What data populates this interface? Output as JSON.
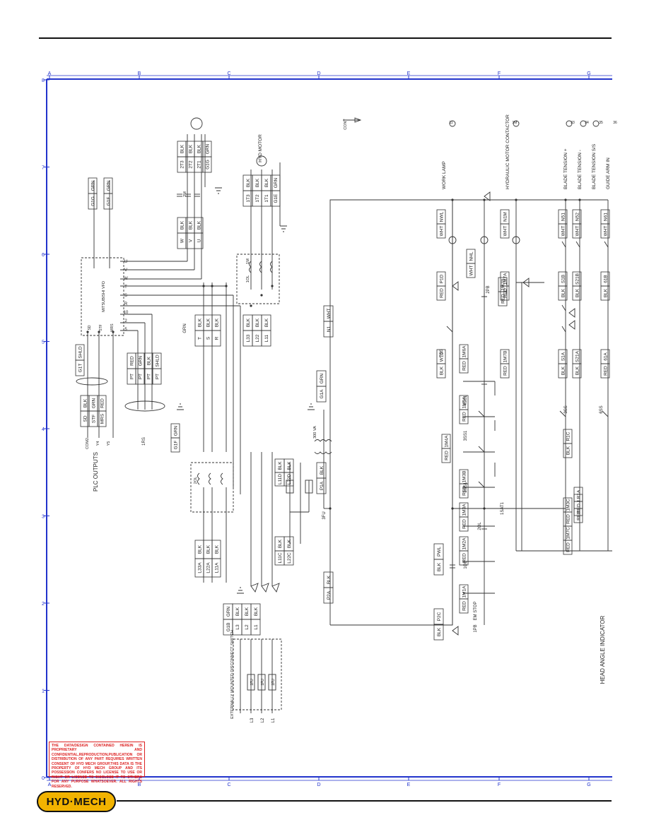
{
  "document": {
    "brand": "HYD·MECH",
    "disclaimer": "THE DATA/DESIGN CONTAINED HEREIN IS PROPRIETARY AND CONFIDENTIAL,REPRODUCTION,PUBLICATION OR DISTRIBUTION OF ANY PART REQUIRES WRITTEN CONSENT OF HYD MECH GROUP,THIS DATA IS THE PROPERTY OF HYD MECH GROUP AND ITS POSSESSION CONFERS NO LICENSE TO USE OR RIGHT OR LICENSE TO DISCLOSE IT TO OTHERS FOR ANY PURPOSE WHATSOEVER. ALL RIGHTS RESERVED."
  },
  "grid": {
    "columns": [
      "A",
      "B",
      "C",
      "D",
      "E",
      "F",
      "G"
    ],
    "rows": [
      "8",
      "7",
      "6",
      "5",
      "4",
      "3",
      "2",
      "1",
      "0"
    ]
  },
  "schematic": {
    "vfd_label": "MITSUBISHI VFD",
    "vfd_top_terminals": [
      "SD",
      "STF",
      "MRS"
    ],
    "vfd_side_terminals": [
      "U",
      "V",
      "W",
      "T",
      "S",
      "R",
      "10",
      "2",
      "5"
    ],
    "plc_label": "PLC OUTPUTS",
    "plc_pins": [
      "COM2",
      "Y4",
      "Y5"
    ],
    "plc_wires": [
      [
        "SD",
        "BLK"
      ],
      [
        "STF",
        "GRN"
      ],
      [
        "MRS",
        "RED"
      ]
    ],
    "plc_shield": [
      "G1T",
      "SHLD"
    ],
    "pot_wires": [
      [
        "PT",
        "RED"
      ],
      [
        "PT",
        "GRN"
      ],
      [
        "PT",
        "BLK"
      ],
      [
        "PT",
        "SHLD"
      ]
    ],
    "pot_label": "1RS",
    "motor_2m_wires": [
      [
        "2T3",
        "BLK"
      ],
      [
        "2T2",
        "BLK"
      ],
      [
        "2T1",
        "BLK"
      ],
      [
        "G1G",
        "GRN"
      ]
    ],
    "vfd_out_wires": [
      [
        "W",
        "BLK"
      ],
      [
        "V",
        "BLK"
      ],
      [
        "U",
        "BLK"
      ]
    ],
    "vfd_in_wires": [
      [
        "T",
        "BLK"
      ],
      [
        "S",
        "BLK"
      ],
      [
        "R",
        "BLK"
      ]
    ],
    "vfd_in_grn": "GRN",
    "vfd_ground_wires": [
      [
        "G1G",
        "GRN"
      ],
      [
        "G1F",
        "GRN"
      ]
    ],
    "hyd_motor_label": "HYD MOTOR",
    "hyd_motor_wires": [
      [
        "1T3",
        "BLK"
      ],
      [
        "1T2",
        "BLK"
      ],
      [
        "1T1",
        "BLK"
      ],
      [
        "G1E",
        "GRN"
      ]
    ],
    "contactor_1m_wires": [
      [
        "L33",
        "BLK"
      ],
      [
        "L22",
        "BLK"
      ],
      [
        "L11",
        "BLK"
      ]
    ],
    "contactor_1m_labels": [
      "1OL",
      "1M"
    ],
    "contactor_2m_labels": [
      "2OL",
      "2M"
    ],
    "g1f": [
      "G1F",
      "GRN"
    ],
    "l_wires": [
      [
        "L33A",
        "BLK"
      ],
      [
        "L22A",
        "BLK"
      ],
      [
        "L11A",
        "BLK"
      ]
    ],
    "disconnect_label": "EXTERNALLY MOUNTED DISCONNECT SWITCH",
    "disconnect_wires": [
      [
        "G1B",
        "GRN"
      ],
      [
        "L3",
        "BLK"
      ],
      [
        "L2",
        "BLK"
      ],
      [
        "L1",
        "BLK"
      ]
    ],
    "disconnect_fuses": [
      "1FU",
      "1FU",
      "1FU"
    ],
    "input_lines": [
      "L3",
      "L2",
      "L1"
    ],
    "transformer_label": "300 VA",
    "transformer_fuses": [
      [
        "L11C",
        "BLK"
      ],
      [
        "L22C",
        "BLK"
      ],
      [
        "L11D",
        "BLK"
      ],
      [
        "L22D",
        "BLK"
      ]
    ],
    "transformer_secondary": [
      [
        "P1A",
        "BLK"
      ],
      [
        "G1A",
        "GRN"
      ]
    ],
    "ctrl_labels": {
      "fuse": "3FU",
      "p2a": "P2A",
      "p2a_c": "BLK",
      "n1": "N1",
      "n1_c": "WHT",
      "pwl": "PWL",
      "pwl_c": "BLK",
      "p2c": "P2C",
      "p2c_c": "BLK",
      "em_stop": "EM STOP",
      "em_pb": "1PB",
      "cont": "CONT"
    },
    "ladder_rungs": [
      {
        "label": "WORK LAMP",
        "wires": [
          [
            "RED",
            "P1D"
          ],
          [
            "BLK",
            "W1D"
          ]
        ],
        "load": [
          "WHT",
          "NWL"
        ],
        "ref": "11"
      },
      {
        "label": "HYDRAULIC MOTOR CONTACTOR",
        "wires": [
          [
            "RED",
            "1M7A"
          ],
          [
            "RED",
            "1M7B"
          ]
        ],
        "load": [
          "WHT",
          "N1M"
        ],
        "ref": "1M"
      },
      {
        "label": "BLADE TENSION +",
        "wires": [
          [
            "BLK",
            "S1B"
          ],
          [
            "BLK",
            "S1A"
          ]
        ],
        "load": [
          "WHT",
          "N51"
        ],
        "ref": "33"
      },
      {
        "label": "BLADE TENSION -",
        "wires": [
          [
            "BLK",
            "S21B"
          ],
          [
            "BLK",
            "S21A"
          ]
        ],
        "load": [
          "WHT",
          "N52"
        ],
        "ref": "34"
      },
      {
        "label": "BLADE TENSION S/S",
        "wires": [],
        "load": [
          "WHT",
          "N6"
        ],
        "ref": "35"
      },
      {
        "label": "GUIDE ARM IN",
        "wires": [
          [
            "BLK",
            "61B"
          ],
          [
            "RED",
            "61A"
          ]
        ],
        "load": [
          "WHT",
          "N61"
        ],
        "ref": "36"
      }
    ],
    "ctrl_wire_tags": [
      [
        "RED",
        "1M1A"
      ],
      [
        "RED",
        "1M2A"
      ],
      [
        "RED",
        "1M3A"
      ],
      [
        "RED",
        "1M3B"
      ],
      [
        "RED",
        "1M4A"
      ],
      [
        "RED",
        "1M5A"
      ],
      [
        "RED",
        "1M6A"
      ],
      [
        "RED",
        "1M7B"
      ],
      [
        "RED",
        "1M7C"
      ],
      [
        "RED",
        "1M3C"
      ],
      [
        "BLK",
        "R1C"
      ],
      [
        "RED",
        "R1A"
      ],
      [
        "RED",
        "J"
      ],
      [
        "WHT",
        "NHL"
      ]
    ],
    "switches": [
      "2SS1",
      "3SS1",
      "4SS1",
      "7SS",
      "3SS",
      "6SS",
      "1SAT1",
      "2OL",
      "1OL",
      "2PB"
    ],
    "head_angle": "HEAD ANGLE INDICATOR"
  }
}
